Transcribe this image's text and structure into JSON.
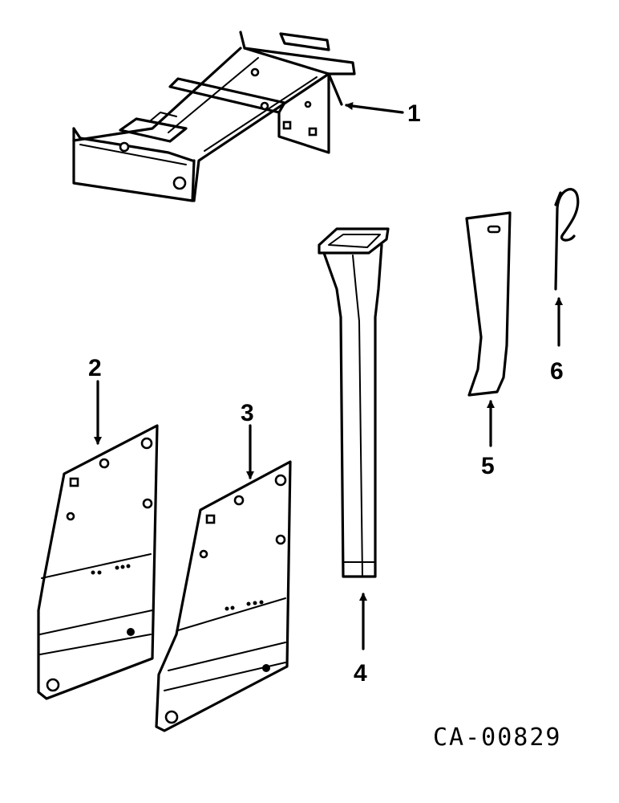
{
  "figure_id": "CA-00829",
  "callouts": [
    {
      "id": "1",
      "label": "1"
    },
    {
      "id": "2",
      "label": "2"
    },
    {
      "id": "3",
      "label": "3"
    },
    {
      "id": "4",
      "label": "4"
    },
    {
      "id": "5",
      "label": "5"
    },
    {
      "id": "6",
      "label": "6"
    }
  ],
  "colors": {
    "ink": "#000000",
    "paper": "#ffffff"
  }
}
